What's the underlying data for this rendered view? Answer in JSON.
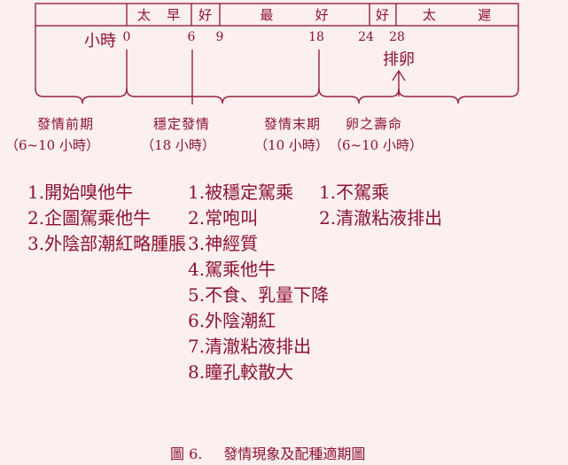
{
  "colors": {
    "background": "#FBEFEF",
    "ink": "#8D1230",
    "line": "#97223F"
  },
  "timeline": {
    "hours_unit": "小時",
    "header_cells": [
      "",
      "太   早",
      "好",
      "最        好",
      "好",
      "太        遲"
    ],
    "ticks": [
      "0",
      "6",
      "9",
      "18",
      "24",
      "28"
    ],
    "ovulation_label": "排卵"
  },
  "phases": [
    {
      "name": "發情前期",
      "duration": "（6~10 小時）",
      "symptoms": [
        "1.開始嗅他牛",
        "2.企圖駕乘他牛",
        "3.外陰部潮紅略腫脹"
      ]
    },
    {
      "name": "穩定發情",
      "duration": "（18 小時）",
      "symptoms": [
        "1.被穩定駕乘",
        "2.常咆叫",
        "3.神經質",
        "4.駕乘他牛",
        "5.不食、乳量下降",
        "6.外陰潮紅",
        "7.清澈粘液排出",
        "8.瞳孔較散大"
      ]
    },
    {
      "name": "發情末期",
      "duration": "（10 小時）",
      "symptoms": [
        "1.不駕乘",
        "2.清澈粘液排出"
      ]
    },
    {
      "name": "卵之壽命",
      "duration": "（6~10 小時）",
      "symptoms": []
    }
  ],
  "caption": {
    "figure_label": "圖 6.",
    "title": "發情現象及配種適期圖"
  }
}
